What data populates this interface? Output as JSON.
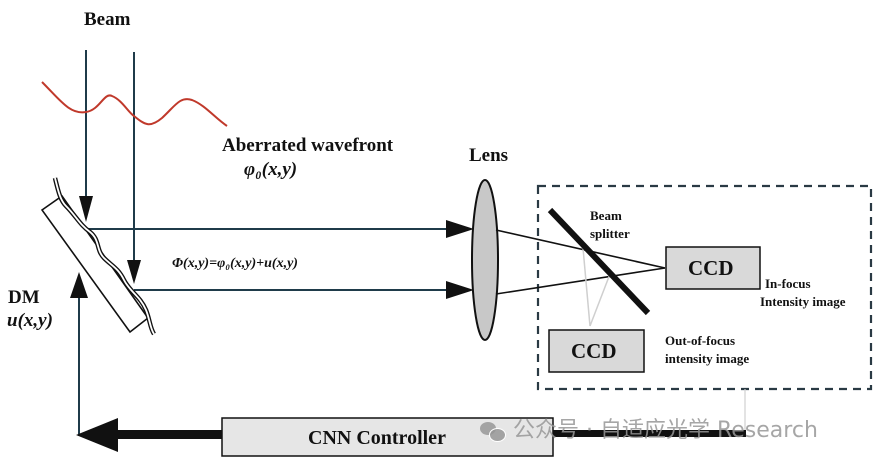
{
  "labels": {
    "beam": "Beam",
    "aberrated_wavefront": "Aberrated  wavefront",
    "phi0": "φ₀(x,y)",
    "phi_total": "Φ(x,y)=φ₀(x,y)+u(x,y)",
    "lens": "Lens",
    "dm": "DM",
    "dm_u": "u(x,y)",
    "beam_splitter_line1": "Beam",
    "beam_splitter_line2": "splitter",
    "ccd_in": "CCD",
    "ccd_out": "CCD",
    "in_focus_line1": "In-focus",
    "in_focus_line2": "Intensity image",
    "out_focus_line1": "Out-of-focus",
    "out_focus_line2": "intensity image",
    "cnn_controller": "CNN Controller"
  },
  "watermark": {
    "text": "公众号 · 自适应光学 Research"
  },
  "colors": {
    "beam_line": "#1f3b4a",
    "wavefront": "#c0392b",
    "lens_fill": "#c8c8c8",
    "ccd_fill": "#d9d9d9",
    "controller_fill": "#e6e6e6",
    "dashed_box": "#2a3a44"
  }
}
